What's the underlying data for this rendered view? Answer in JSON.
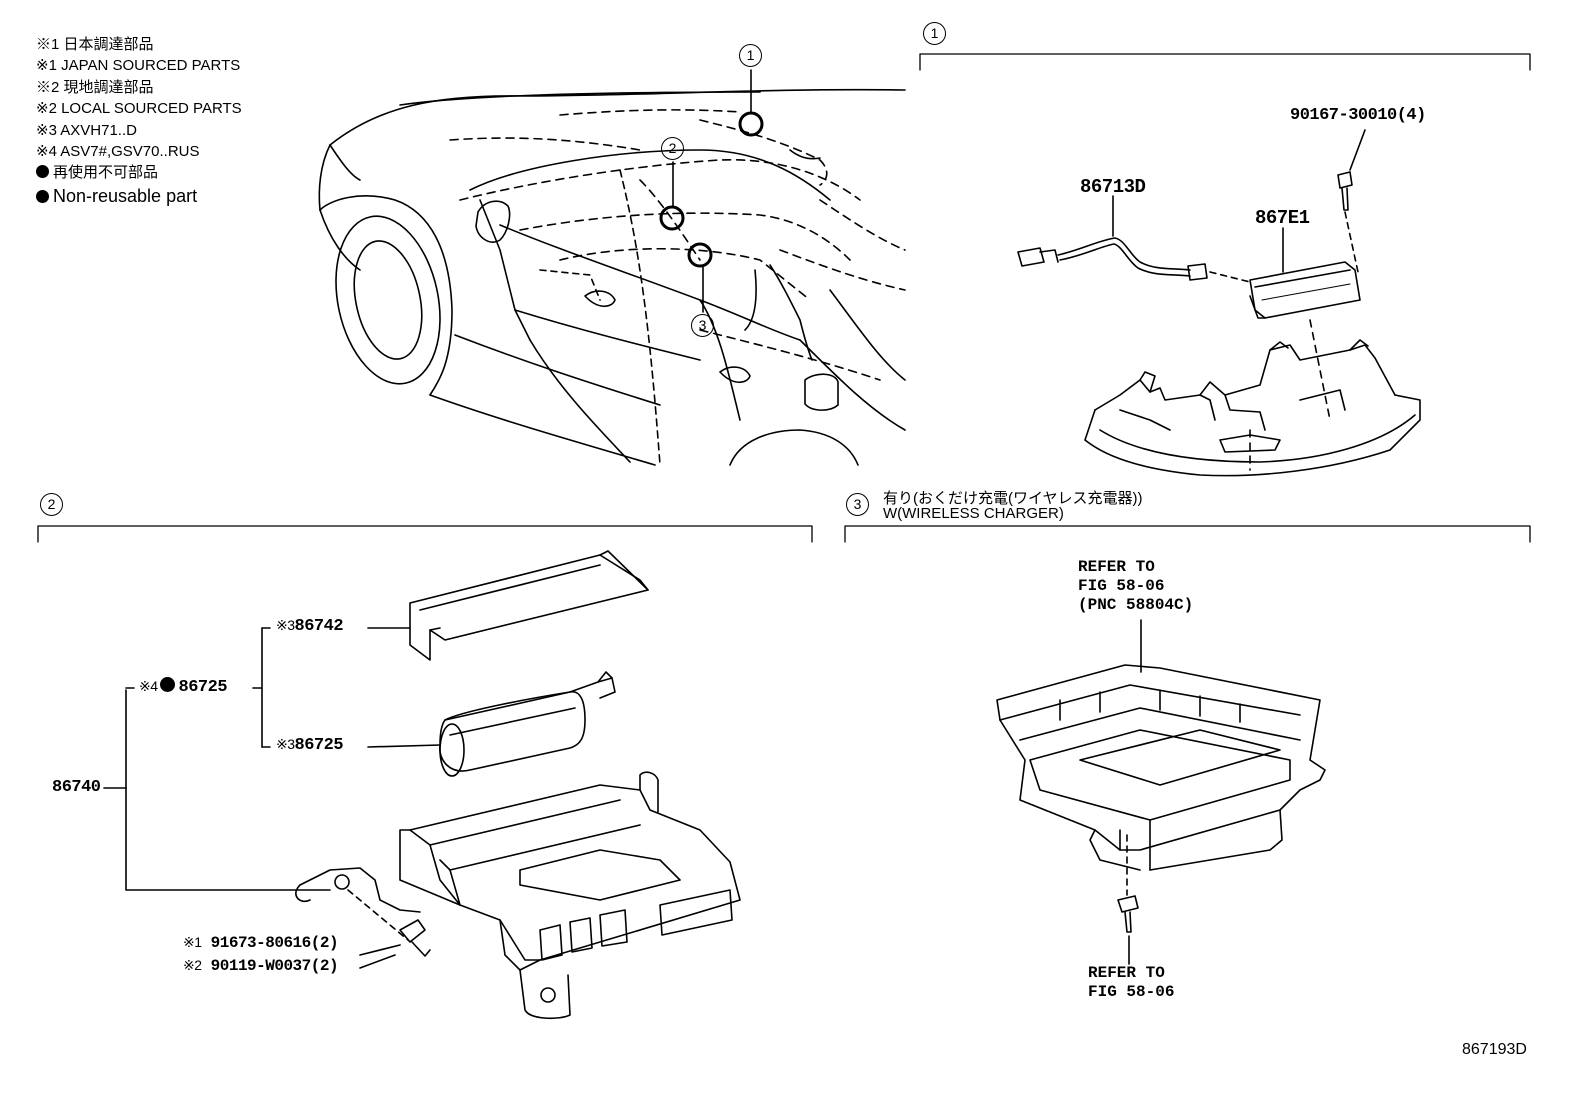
{
  "legend": {
    "line1": "※1 日本調達部品",
    "line2": "※1 JAPAN SOURCED PARTS",
    "line3": "※2 現地調達部品",
    "line4": "※2 LOCAL SOURCED PARTS",
    "line5": "※3 AXVH71..D",
    "line6": "※4 ASV7#,GSV70..RUS",
    "line7": "再使用不可部品",
    "line8": "Non-reusable part"
  },
  "sections": {
    "s1": "1",
    "s2": "2",
    "s3": "3",
    "s3_title_jp": "有り(おくだけ充電(ワイヤレス充電器))",
    "s3_title_en": "W(WIRELESS CHARGER)"
  },
  "overview_callouts": {
    "c1": "1",
    "c2": "2",
    "c3": "3"
  },
  "parts": {
    "p90167": "90167-30010(4)",
    "p86713D": "86713D",
    "p867E1": "867E1",
    "p86742": "86742",
    "p86742_note": "※3",
    "p86725a": "86725",
    "p86725a_note": "※4",
    "p86725b": "86725",
    "p86725b_note": "※3",
    "p86740": "86740",
    "p91673": "91673-80616(2)",
    "p91673_note": "※1",
    "p90119": "90119-W0037(2)",
    "p90119_note": "※2"
  },
  "refs": {
    "top_l1": "REFER TO",
    "top_l2": "FIG 58-06",
    "top_l3": "(PNC 58804C)",
    "bot_l1": "REFER TO",
    "bot_l2": "FIG 58-06"
  },
  "figure_id": "867193D"
}
